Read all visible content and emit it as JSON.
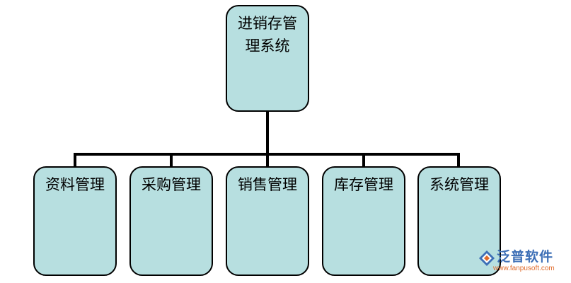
{
  "diagram": {
    "root": {
      "line1": "进销存管",
      "line2": "理系统"
    },
    "children": [
      {
        "label": "资料管理"
      },
      {
        "label": "采购管理"
      },
      {
        "label": "销售管理"
      },
      {
        "label": "库存管理"
      },
      {
        "label": "系统管理"
      }
    ],
    "colors": {
      "box_fill": "#b7dfe0",
      "connector": "#000000"
    }
  },
  "watermark": {
    "name": "泛普软件",
    "url": "www.fanpusoft.com"
  }
}
